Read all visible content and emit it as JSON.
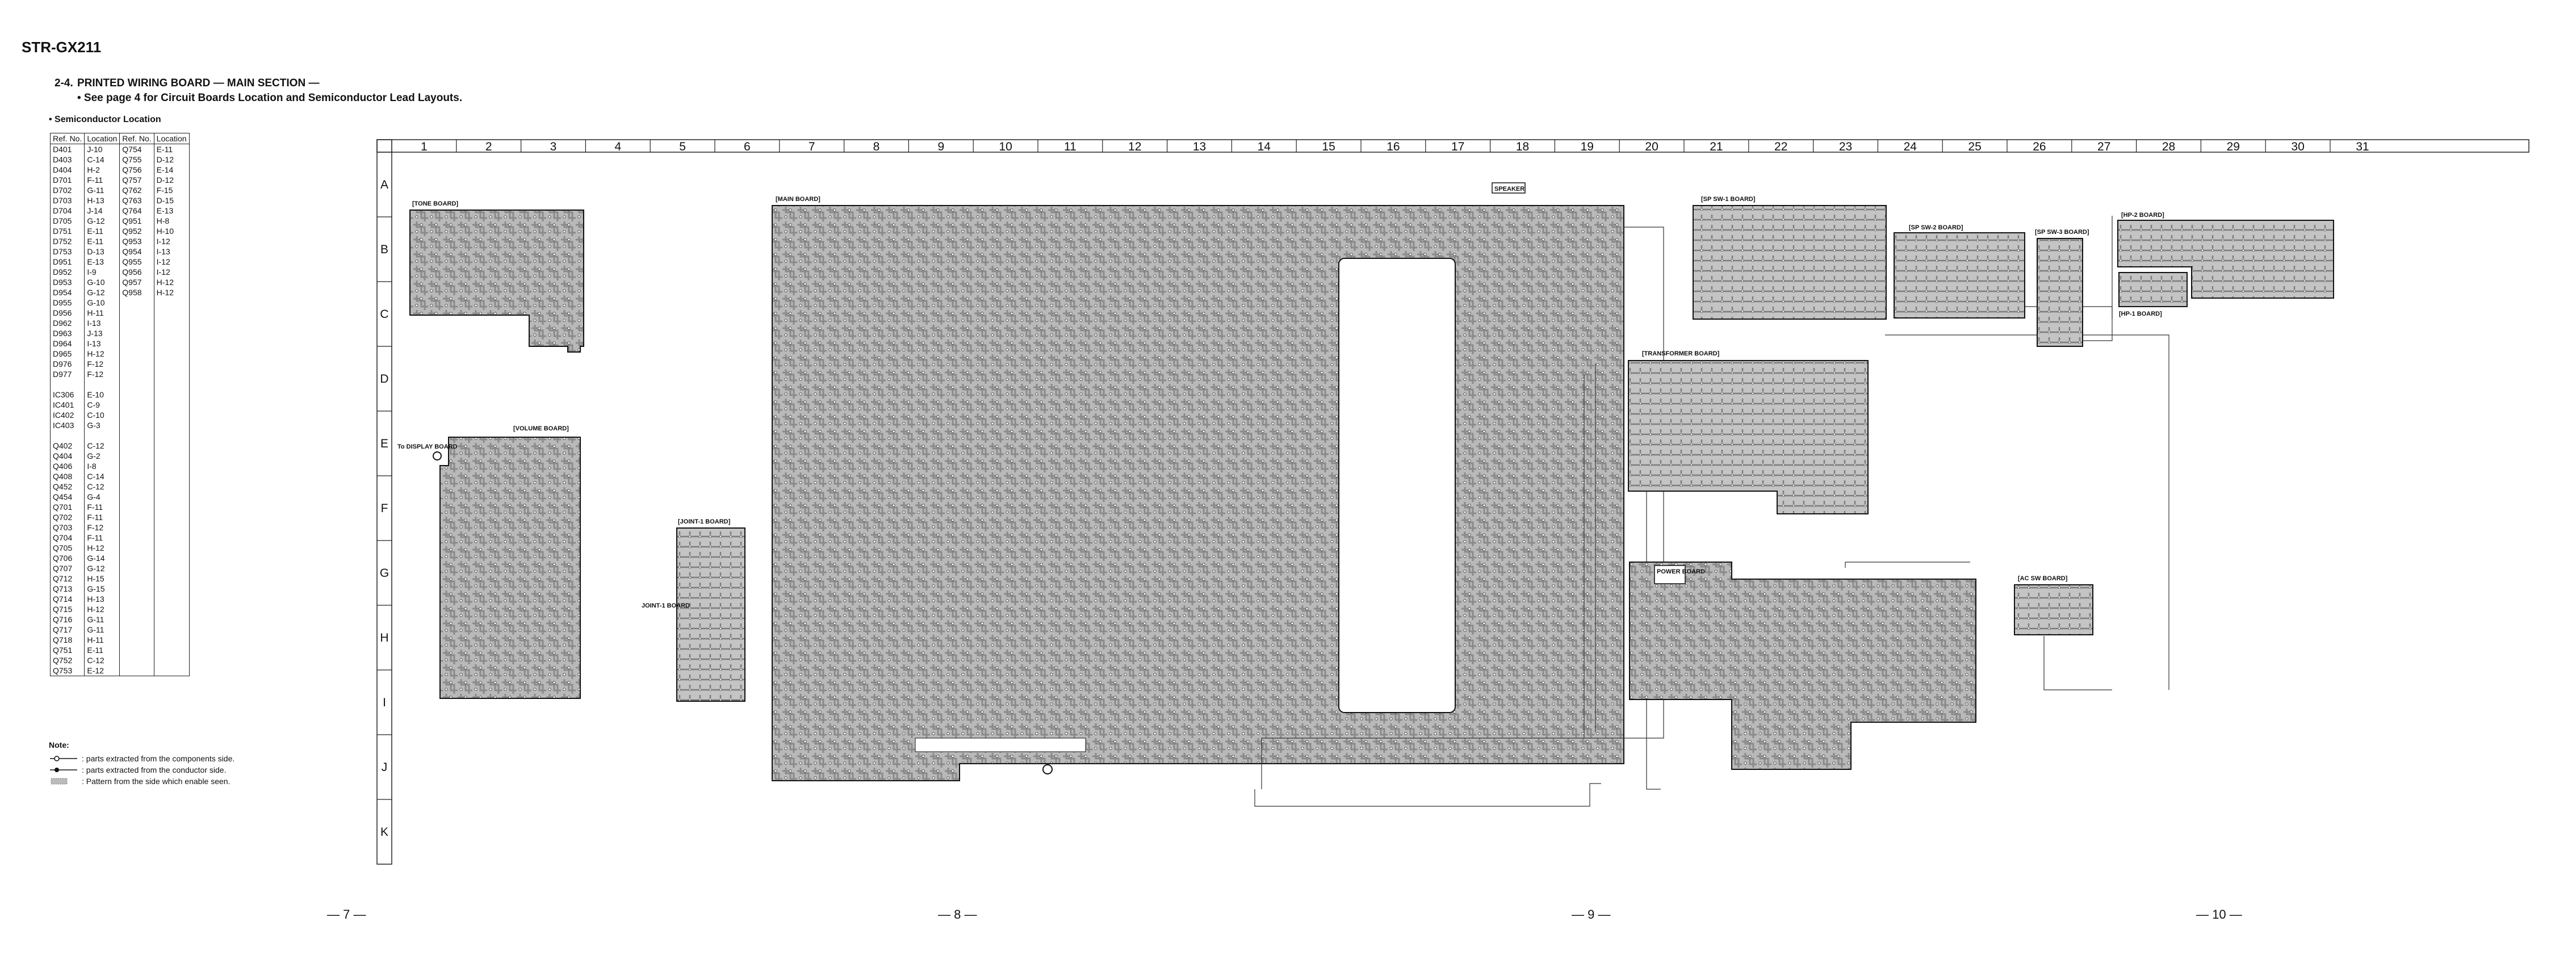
{
  "header": {
    "model": "STR-GX211"
  },
  "section": {
    "number": "2-4.",
    "title": "PRINTED WIRING BOARD — MAIN SECTION —",
    "subtitle": "• See page 4 for Circuit Boards Location and Semiconductor Lead Layouts."
  },
  "semiconductor": {
    "title": "• Semiconductor Location",
    "headers": [
      "Ref. No.",
      "Location",
      "Ref. No.",
      "Location"
    ],
    "col1": [
      [
        "D401",
        "J-10"
      ],
      [
        "D403",
        "C-14"
      ],
      [
        "D404",
        "H-2"
      ],
      [
        "D701",
        "F-11"
      ],
      [
        "D702",
        "G-11"
      ],
      [
        "D703",
        "H-13"
      ],
      [
        "D704",
        "J-14"
      ],
      [
        "D705",
        "G-12"
      ],
      [
        "D751",
        "E-11"
      ],
      [
        "D752",
        "E-11"
      ],
      [
        "D753",
        "D-13"
      ],
      [
        "D951",
        "E-13"
      ],
      [
        "D952",
        "I-9"
      ],
      [
        "D953",
        "G-10"
      ],
      [
        "D954",
        "G-12"
      ],
      [
        "D955",
        "G-10"
      ],
      [
        "D956",
        "H-11"
      ],
      [
        "D962",
        "I-13"
      ],
      [
        "D963",
        "J-13"
      ],
      [
        "D964",
        "I-13"
      ],
      [
        "D965",
        "H-12"
      ],
      [
        "D976",
        "F-12"
      ],
      [
        "D977",
        "F-12"
      ],
      [
        "",
        ""
      ],
      [
        "IC306",
        "E-10"
      ],
      [
        "IC401",
        "C-9"
      ],
      [
        "IC402",
        "C-10"
      ],
      [
        "IC403",
        "G-3"
      ],
      [
        "",
        ""
      ],
      [
        "Q402",
        "C-12"
      ],
      [
        "Q404",
        "G-2"
      ],
      [
        "Q406",
        "I-8"
      ],
      [
        "Q408",
        "C-14"
      ],
      [
        "Q452",
        "C-12"
      ],
      [
        "Q454",
        "G-4"
      ],
      [
        "Q701",
        "F-11"
      ],
      [
        "Q702",
        "F-11"
      ],
      [
        "Q703",
        "F-12"
      ],
      [
        "Q704",
        "F-11"
      ],
      [
        "Q705",
        "H-12"
      ],
      [
        "Q706",
        "G-14"
      ],
      [
        "Q707",
        "G-12"
      ],
      [
        "Q712",
        "H-15"
      ],
      [
        "Q713",
        "G-15"
      ],
      [
        "Q714",
        "H-13"
      ],
      [
        "Q715",
        "H-12"
      ],
      [
        "Q716",
        "G-11"
      ],
      [
        "Q717",
        "G-11"
      ],
      [
        "Q718",
        "H-11"
      ],
      [
        "Q751",
        "E-11"
      ],
      [
        "Q752",
        "C-12"
      ],
      [
        "Q753",
        "E-12"
      ]
    ],
    "col2": [
      [
        "Q754",
        "E-11"
      ],
      [
        "Q755",
        "D-12"
      ],
      [
        "Q756",
        "E-14"
      ],
      [
        "Q757",
        "D-12"
      ],
      [
        "Q762",
        "F-15"
      ],
      [
        "Q763",
        "D-15"
      ],
      [
        "Q764",
        "E-13"
      ],
      [
        "Q951",
        "H-8"
      ],
      [
        "Q952",
        "H-10"
      ],
      [
        "Q953",
        "I-12"
      ],
      [
        "Q954",
        "I-13"
      ],
      [
        "Q955",
        "I-12"
      ],
      [
        "Q956",
        "I-12"
      ],
      [
        "Q957",
        "H-12"
      ],
      [
        "Q958",
        "H-12"
      ]
    ]
  },
  "note": {
    "title": "Note:",
    "items": [
      ": parts extracted from the components side.",
      ": parts extracted from the conductor side.",
      ": Pattern from the side which enable seen."
    ]
  },
  "grid": {
    "columns": [
      "1",
      "2",
      "3",
      "4",
      "5",
      "6",
      "7",
      "8",
      "9",
      "10",
      "11",
      "12",
      "13",
      "14",
      "15",
      "16",
      "17",
      "18",
      "19",
      "20",
      "21",
      "22",
      "23",
      "24",
      "25",
      "26",
      "27",
      "28",
      "29",
      "30",
      "31"
    ],
    "rows": [
      "A",
      "B",
      "C",
      "D",
      "E",
      "F",
      "G",
      "H",
      "I",
      "J",
      "K"
    ]
  },
  "boards": {
    "tone": "[TONE BOARD]",
    "volume": "[VOLUME BOARD]",
    "joint1": "[JOINT-1 BOARD]",
    "joint1_side": "JOINT-1 BOARD",
    "main": "[MAIN BOARD]",
    "transformer": "[TRANSFORMER BOARD]",
    "power": "POWER BOARD",
    "sp_sw1": "[SP SW-1 BOARD]",
    "sp_sw2": "[SP SW-2 BOARD]",
    "sp_sw3": "[SP SW-3 BOARD]",
    "hp2": "[HP-2 BOARD]",
    "hp1": "[HP-1 BOARD]",
    "ac_sw": "[AC SW BOARD]",
    "to_display": "To DISPLAY BOARD",
    "speaker": "SPEAKER"
  },
  "pages": [
    "— 7 —",
    "— 8 —",
    "— 9 —",
    "— 10 —"
  ]
}
